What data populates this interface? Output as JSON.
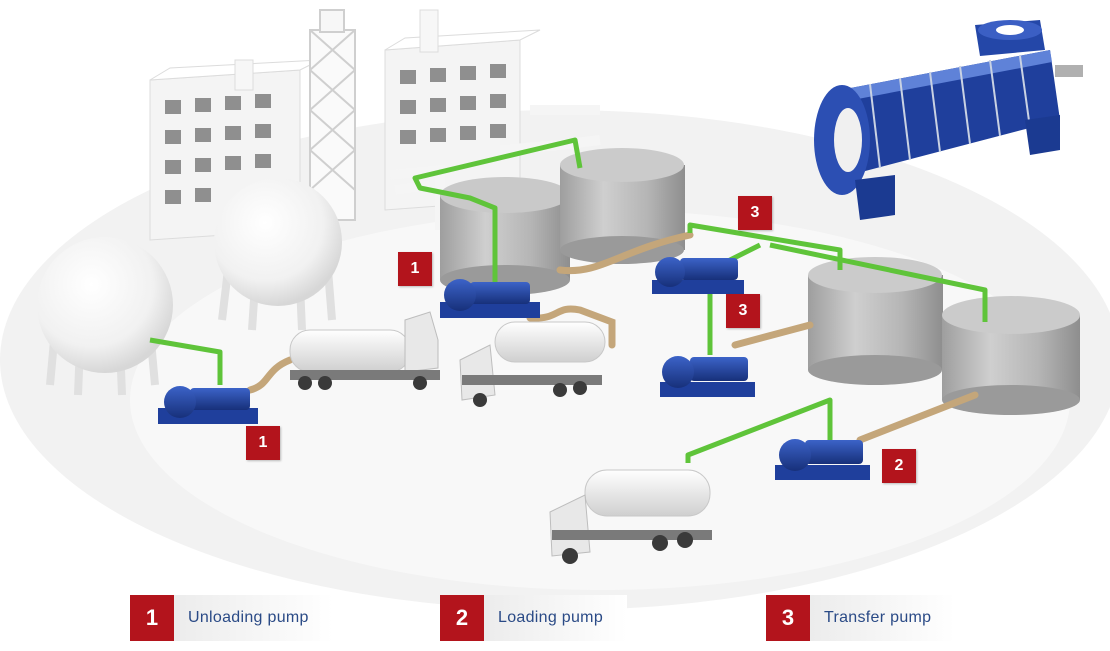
{
  "markers": [
    {
      "id": "m1a",
      "label": "1"
    },
    {
      "id": "m1b",
      "label": "1"
    },
    {
      "id": "m3a",
      "label": "3"
    },
    {
      "id": "m3b",
      "label": "3"
    },
    {
      "id": "m2",
      "label": "2"
    }
  ],
  "legend": [
    {
      "number": "1",
      "label": "Unloading pump"
    },
    {
      "number": "2",
      "label": "Loading pump"
    },
    {
      "number": "3",
      "label": "Transfer pump"
    }
  ],
  "colors": {
    "marker_red": "#b3141c",
    "legend_text": "#2a4a86",
    "pipe_green": "#5fc43a",
    "pipe_tan": "#c4a67a",
    "pump_blue": "#1f3f9c",
    "tank_gray": "#b8b8b8"
  }
}
